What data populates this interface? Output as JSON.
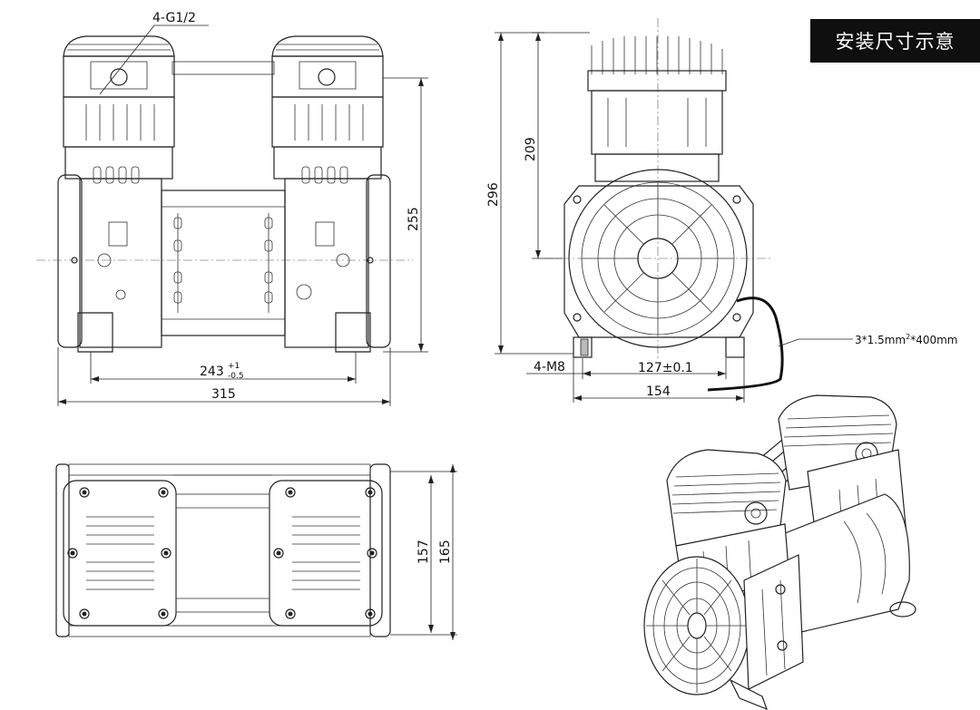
{
  "title": "安装尺寸示意",
  "labels": {
    "port_thread": "4-G1/2",
    "overall_length": "315",
    "base_hole_spacing": "243",
    "base_hole_tol_upper": "+1",
    "base_hole_tol_lower": "-0.5",
    "height_to_center": "255",
    "total_height": "296",
    "head_height": "209",
    "mount_bolt": "4-M8",
    "foot_spacing": "127±0.1",
    "foot_width": "154",
    "cable_spec_prefix": "3*1.5mm",
    "cable_spec_sup": "2",
    "cable_spec_suffix": "*400mm",
    "top_inner_width": "157",
    "top_outer_width": "165"
  },
  "views": [
    "front-view",
    "side-view",
    "top-view",
    "isometric-view"
  ]
}
